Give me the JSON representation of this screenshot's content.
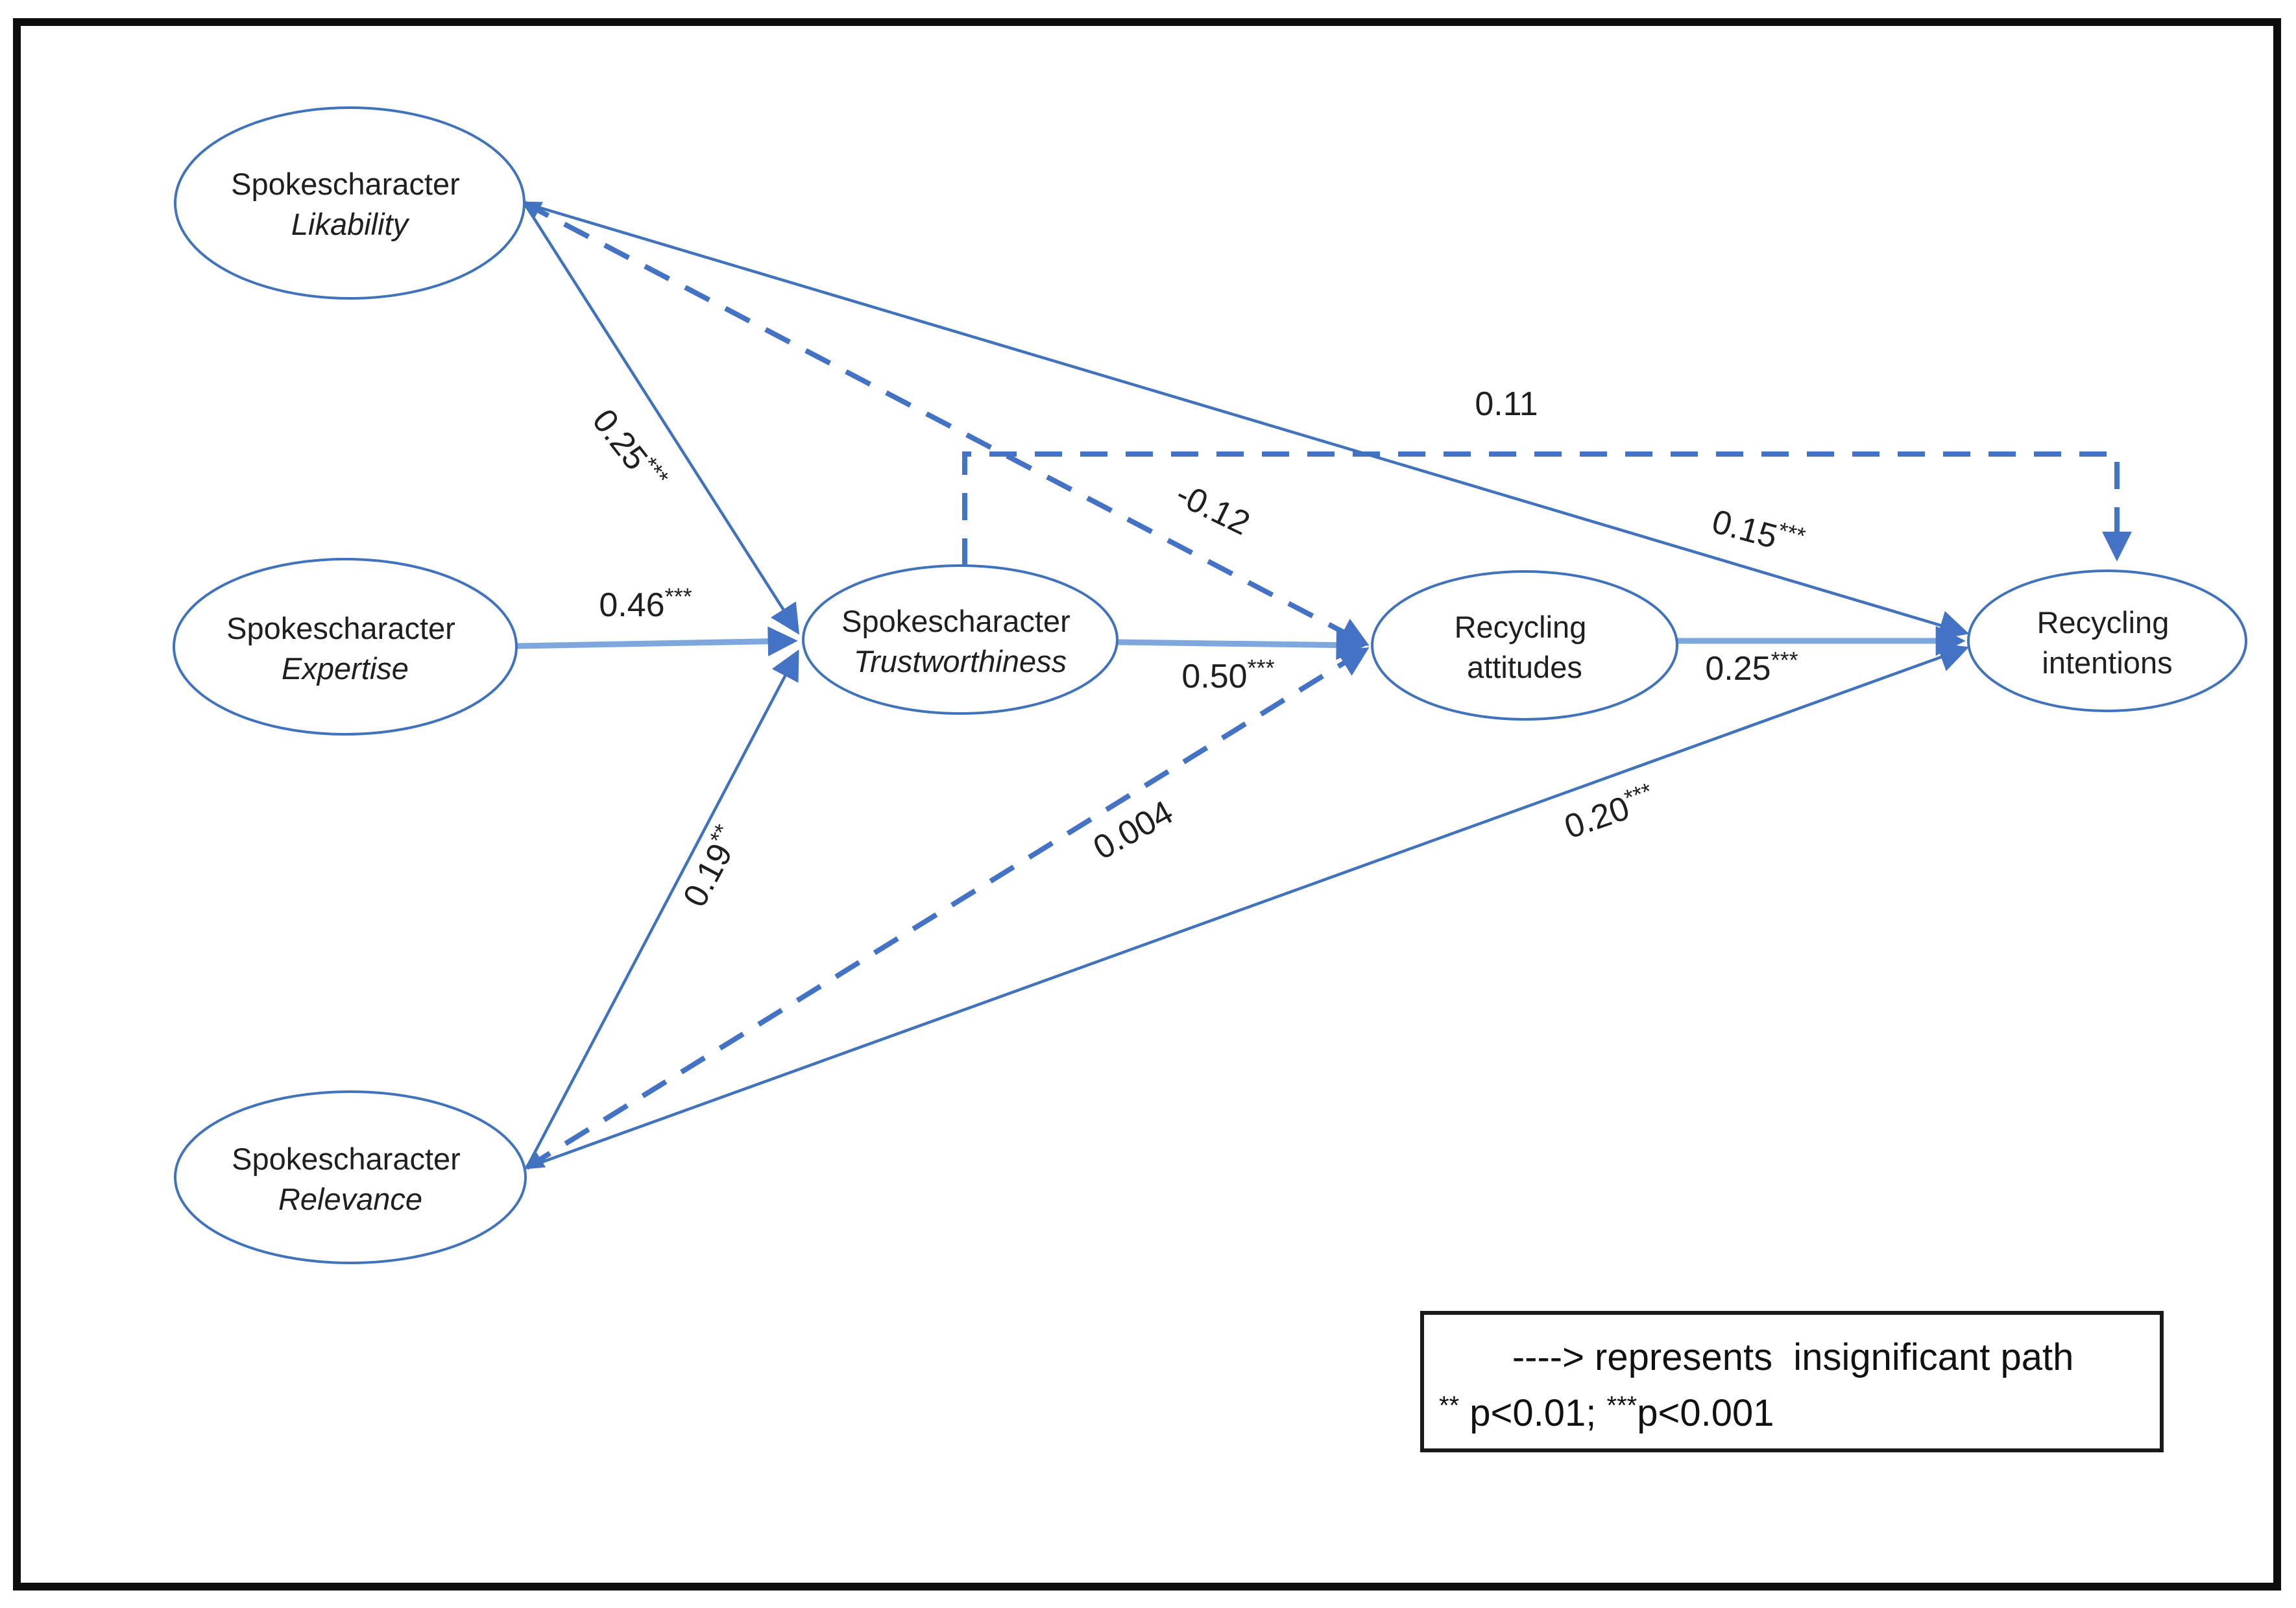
{
  "figure_type": "structural-equation-model path diagram",
  "nodes": {
    "likability": {
      "line1": "Spokescharacter",
      "line2": "Likability"
    },
    "expertise": {
      "line1": "Spokescharacter",
      "line2": "Expertise"
    },
    "relevance": {
      "line1": "Spokescharacter",
      "line2": "Relevance"
    },
    "trustworthiness": {
      "line1": "Spokescharacter",
      "line2": "Trustworthiness"
    },
    "attitudes": {
      "line1": "Recycling",
      "line2": "attitudes"
    },
    "intentions": {
      "line1": "Recycling",
      "line2": "intentions"
    }
  },
  "paths": {
    "likability_to_trustworthiness": {
      "coefficient": "0.25",
      "stars": "***",
      "significant": true
    },
    "expertise_to_trustworthiness": {
      "coefficient": "0.46",
      "stars": "***",
      "significant": true
    },
    "relevance_to_trustworthiness": {
      "coefficient": "0.19",
      "stars": "**",
      "significant": true
    },
    "trustworthiness_to_attitudes": {
      "coefficient": "0.50",
      "stars": "***",
      "significant": true
    },
    "attitudes_to_intentions": {
      "coefficient": "0.25",
      "stars": "***",
      "significant": true
    },
    "likability_to_attitudes": {
      "coefficient": "-0.12",
      "stars": "",
      "significant": false
    },
    "relevance_to_attitudes": {
      "coefficient": "0.004",
      "stars": "",
      "significant": false
    },
    "trustworthiness_to_intentions": {
      "coefficient": "0.11",
      "stars": "",
      "significant": false
    },
    "likability_to_intentions": {
      "coefficient": "0.15",
      "stars": "***",
      "significant": true
    },
    "relevance_to_intentions": {
      "coefficient": "0.20",
      "stars": "***",
      "significant": true
    }
  },
  "legend": {
    "line1": "----> represents  insignificant path",
    "line2_stars1": "**",
    "line2_text1": " p<0.01; ",
    "line2_stars2": "***",
    "line2_text2": "p<0.001"
  },
  "colors": {
    "path_blue": "#4472c4",
    "light_blue": "#7da7dd",
    "node_stroke": "#4173bd",
    "text": "#1f1f1f",
    "frame": "#0d0d0d"
  }
}
